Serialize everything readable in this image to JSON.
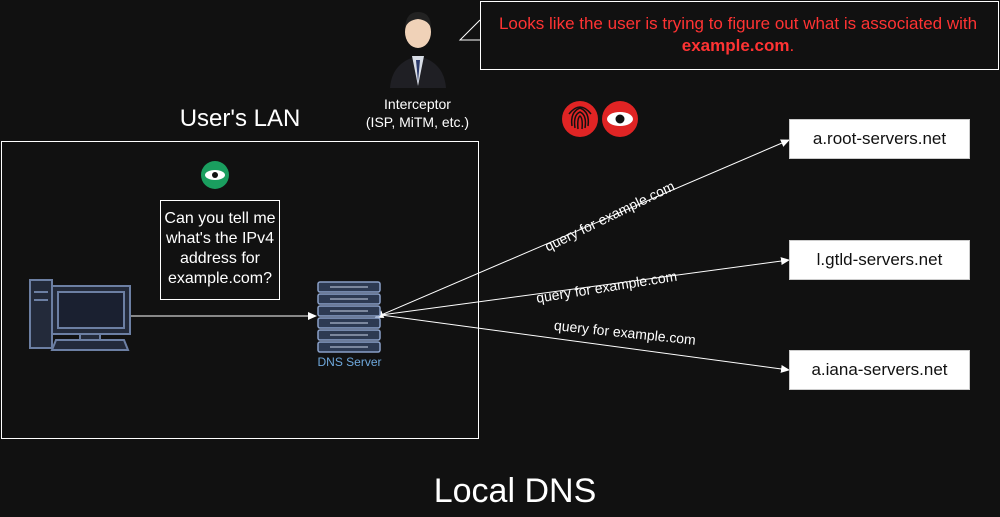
{
  "lan": {
    "title": "User's LAN"
  },
  "footer": {
    "title": "Local DNS"
  },
  "user_query": {
    "text": "Can you tell me what's the IPv4 address for example.com?"
  },
  "dns_server": {
    "label": "DNS Server"
  },
  "interceptor": {
    "label_line1": "Interceptor",
    "label_line2": "(ISP, MiTM, etc.)"
  },
  "speech": {
    "text_before": "Looks like the user is trying to figure out what is associated with ",
    "domain": "example.com",
    "text_after": "."
  },
  "servers": {
    "root": "a.root-servers.net",
    "gtld": "l.gtld-servers.net",
    "iana": "a.iana-servers.net"
  },
  "edges": {
    "root": "query for example.com",
    "gtld": "query for example.com",
    "iana": "query for example.com"
  },
  "colors": {
    "background": "#111111",
    "warning": "#ff3333",
    "eye_green": "#1a9e5f",
    "eye_red": "#e02424",
    "dns_label": "#6fa8dc"
  },
  "icons": [
    "eye-icon",
    "fingerprint-icon",
    "computer-icon",
    "server-rack-icon",
    "businessman-icon"
  ]
}
